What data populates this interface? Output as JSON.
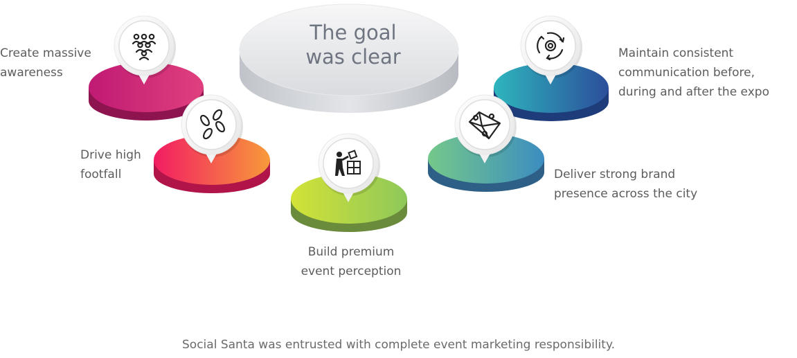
{
  "title": "The goal\nwas clear",
  "footer": "Social Santa was entrusted with complete event marketing responsibility.",
  "goals": [
    {
      "label": "Create massive\nawareness",
      "icon": "people-network-icon",
      "colors": [
        "#c01a73",
        "#e0407e"
      ]
    },
    {
      "label": "Drive high\nfootfall",
      "icon": "footprints-icon",
      "colors": [
        "#f21c63",
        "#f79a3a"
      ]
    },
    {
      "label": "Build premium\nevent perception",
      "icon": "puzzle-person-icon",
      "colors": [
        "#d3e237",
        "#8ec85a"
      ]
    },
    {
      "label": "Deliver strong brand\npresence across the city",
      "icon": "location-map-icon",
      "colors": [
        "#74c88a",
        "#3c8dc0"
      ]
    },
    {
      "label": "Maintain consistent\ncommunication before,\nduring and after the expo",
      "icon": "cycle-target-icon",
      "colors": [
        "#2eb5bd",
        "#2c4e9b"
      ]
    }
  ]
}
